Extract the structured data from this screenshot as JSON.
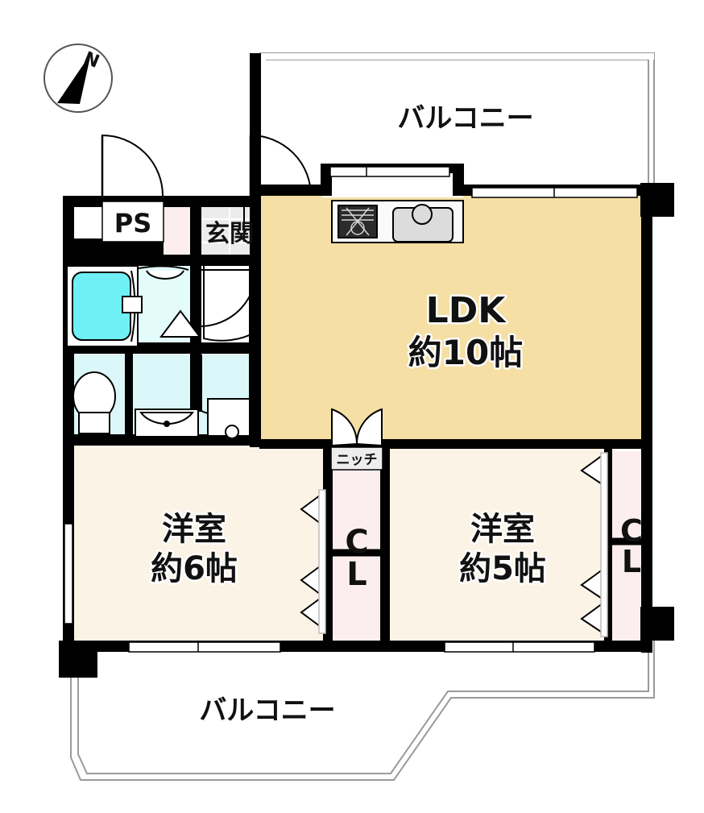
{
  "plan": {
    "type": "apartment-floor-plan",
    "compass": {
      "label": "N",
      "name": "north-arrow"
    },
    "colors": {
      "wall": "#000000",
      "ldk_floor": "#F5DFA5",
      "room_floor": "#FBF4E6",
      "closet_floor": "#FCEEEE",
      "wet_floor": "#DBF7F9",
      "tub": "#6FF0F5",
      "entry_tile": "#ECECEC",
      "balcony": "#FFFFFF",
      "outline": "#999999"
    },
    "rooms": [
      {
        "id": "balcony-north",
        "label": "バルコニー",
        "name": "balcony-north-label"
      },
      {
        "id": "balcony-south",
        "label": "バルコニー",
        "name": "balcony-south-label"
      },
      {
        "id": "ldk",
        "label": "LDK",
        "area": "約10帖",
        "name": "ldk-label"
      },
      {
        "id": "washitsu-6",
        "label": "洋室",
        "area": "約6帖",
        "name": "room-6jo-label"
      },
      {
        "id": "washitsu-5",
        "label": "洋室",
        "area": "約5帖",
        "name": "room-5jo-label"
      },
      {
        "id": "entry",
        "label": "玄関",
        "name": "entrance-label"
      },
      {
        "id": "ps",
        "label": "PS",
        "name": "pipe-space-label"
      },
      {
        "id": "niche",
        "label": "ニッチ",
        "name": "niche-label"
      }
    ],
    "closets": [
      {
        "id": "closet-center",
        "line1": "C",
        "line2": "L",
        "name": "closet-center-label"
      },
      {
        "id": "closet-right",
        "line1": "C",
        "line2": "L",
        "name": "closet-right-label"
      }
    ],
    "fixtures": [
      {
        "id": "bathtub",
        "name": "bathtub-icon"
      },
      {
        "id": "toilet",
        "name": "toilet-icon"
      },
      {
        "id": "washbasin",
        "name": "washbasin-icon"
      },
      {
        "id": "washer-space",
        "name": "washing-machine-space-icon"
      },
      {
        "id": "gas-stove",
        "name": "gas-stove-icon"
      },
      {
        "id": "kitchen-sink",
        "name": "kitchen-sink-icon"
      }
    ]
  }
}
